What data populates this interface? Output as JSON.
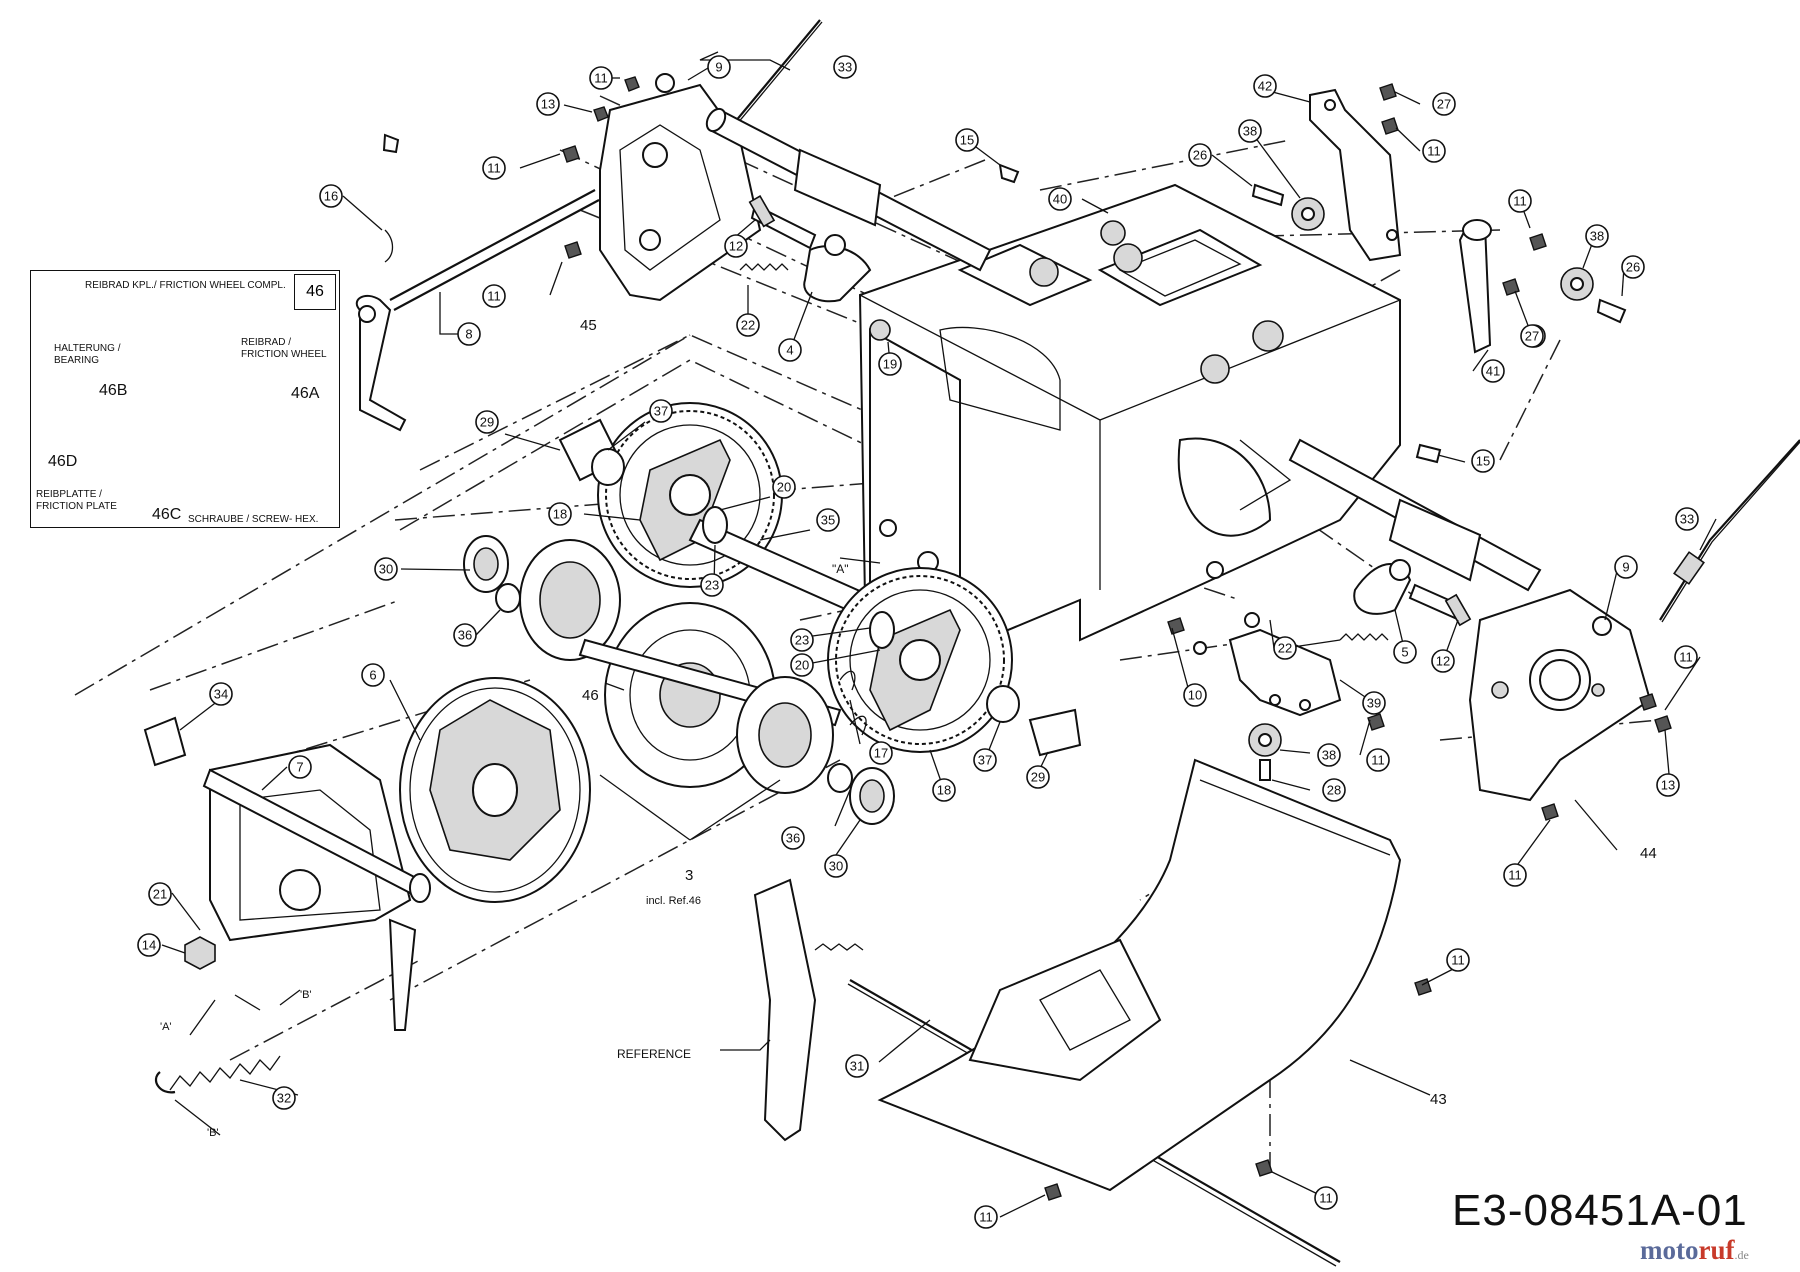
{
  "drawing_code": "E3-08451A-01",
  "watermark": {
    "part1": "moto",
    "part2": "ruf",
    "part3": ".de"
  },
  "inset": {
    "title": "REIBRAD KPL./ FRICTION WHEEL COMPL.",
    "number": "46",
    "labels": {
      "bearing": "HALTERUNG /\nBEARING",
      "friction_wheel": "REIBRAD /\nFRICTION WHEEL",
      "friction_plate": "REIBPLATTE /\nFRICTION PLATE",
      "screw": "SCHRAUBE / SCREW- HEX."
    },
    "codes": {
      "a": "46A",
      "b": "46B",
      "c": "46C",
      "d": "46D"
    }
  },
  "annotations": {
    "reference": "REFERENCE",
    "incl": "incl. Ref.46",
    "mark_a": "\"A\"",
    "mark_a2": "'A'",
    "mark_b": "'B'",
    "mark_b2": "'B'"
  },
  "plain_labels": {
    "p45": "45",
    "p46": "46",
    "p3": "3",
    "p44": "44",
    "p43": "43"
  },
  "callouts": [
    "11",
    "9",
    "33",
    "13",
    "11",
    "42",
    "27",
    "27",
    "11",
    "38",
    "26",
    "15",
    "40",
    "12",
    "11",
    "16",
    "22",
    "4",
    "19",
    "8",
    "11",
    "38",
    "26",
    "27",
    "41",
    "29",
    "37",
    "20",
    "18",
    "35",
    "15",
    "33",
    "30",
    "36",
    "9",
    "34",
    "6",
    "23",
    "20",
    "23",
    "22",
    "5",
    "12",
    "10",
    "39",
    "11",
    "13",
    "17",
    "7",
    "37",
    "29",
    "38",
    "11",
    "18",
    "28",
    "11",
    "36",
    "30",
    "44",
    "21",
    "14",
    "11",
    "31",
    "32",
    "11",
    "11"
  ]
}
